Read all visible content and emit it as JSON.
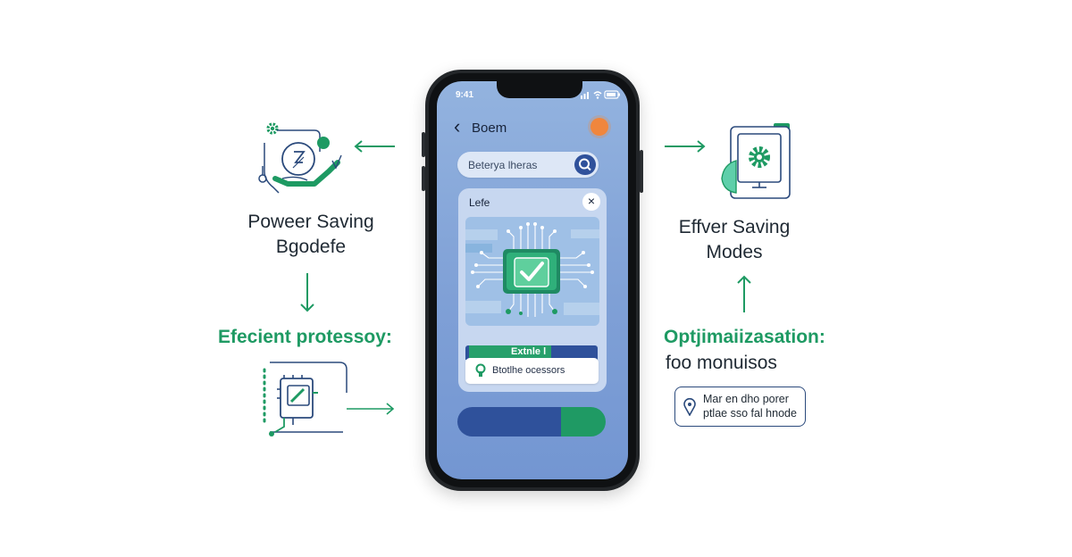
{
  "left_panel": {
    "top_label_line1": "Poweer Saving",
    "top_label_line2": "Bgodefe",
    "middle_label": "Efecient protessoy:"
  },
  "right_panel": {
    "top_label_line1": "Effver Saving",
    "top_label_line2": "Modes",
    "middle_label_green": "Optjimaiizasation:",
    "middle_label_dark": "foo monuisos",
    "note_line1": "Mar en dho porer",
    "note_line2": "ptlae sso fal hnode"
  },
  "phone": {
    "status_time": "9:41",
    "back_glyph": "‹",
    "app_title": "Boem",
    "search_placeholder": "Beterya lheras",
    "card_title": "Lefe",
    "close_glyph": "×",
    "tab_label": "Extnle l",
    "result_label": "Btotlhe ocessors"
  },
  "colors": {
    "accent_green": "#1e9a63",
    "accent_blue": "#2f519b",
    "outline_navy": "#2b4a7c",
    "screen_blue": "#7fa0d6",
    "notification_orange": "#f0863d"
  },
  "icons": {
    "left_top": "power-saving-gear-icon",
    "left_bottom": "processor-board-icon",
    "right_top": "document-gear-icon",
    "note": "location-pin-icon",
    "search": "search-icon",
    "chip": "checkmark-chip-icon"
  }
}
